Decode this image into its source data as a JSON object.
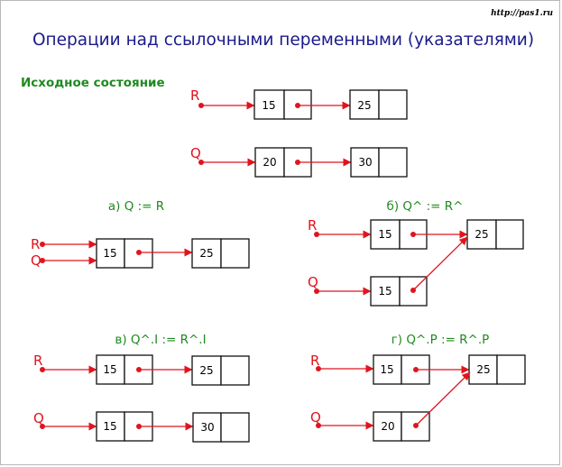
{
  "site": "http://pas1.ru",
  "title": "Операции над ссылочными переменными (указателями)",
  "colors": {
    "title": "#1a1a8c",
    "section": "#1f8a1f",
    "pointer": "#e0141e",
    "box_stroke": "#111111",
    "box_fill": "#ffffff"
  },
  "initial": {
    "caption": "Исходное состояние",
    "R": {
      "label": "R",
      "node": "15",
      "target": "25"
    },
    "Q": {
      "label": "Q",
      "node": "20",
      "target": "30"
    }
  },
  "panels": [
    {
      "id": "a",
      "caption": "а) Q := R",
      "vars": [
        "R",
        "Q"
      ],
      "nodes": [
        "15",
        "25"
      ]
    },
    {
      "id": "b",
      "caption": "б) Q^ := R^",
      "vars": [
        "R",
        "Q"
      ],
      "nodes": [
        "15",
        "25",
        "15"
      ]
    },
    {
      "id": "v",
      "caption": "в) Q^.I := R^.I",
      "vars": [
        "R",
        "Q"
      ],
      "nodes": [
        "15",
        "25",
        "15",
        "30"
      ]
    },
    {
      "id": "g",
      "caption": "г) Q^.P := R^.P",
      "vars": [
        "R",
        "Q"
      ],
      "nodes": [
        "15",
        "25",
        "20"
      ]
    }
  ]
}
